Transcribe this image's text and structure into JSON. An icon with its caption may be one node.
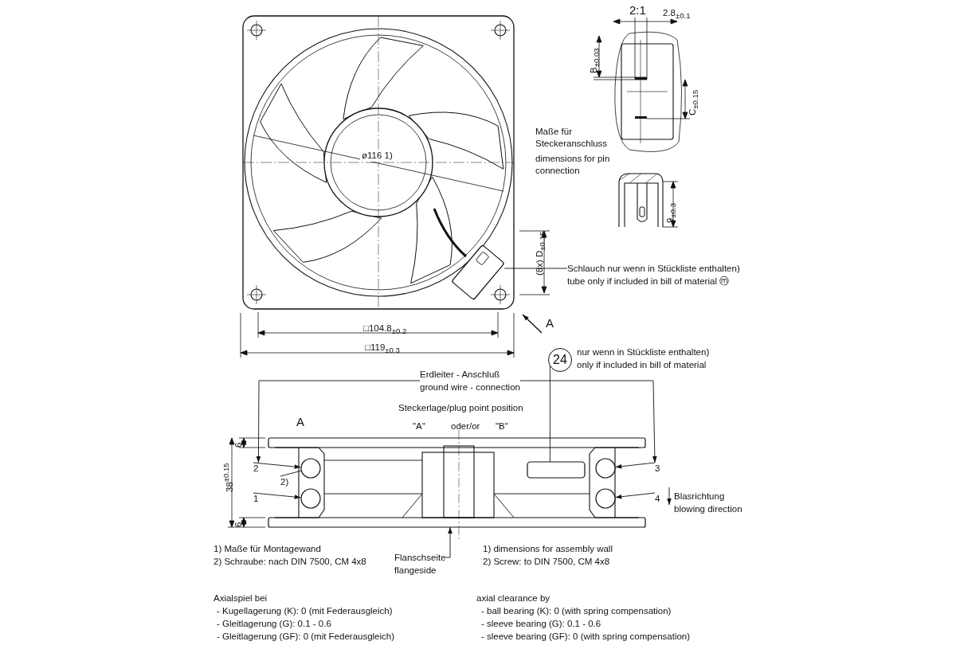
{
  "diagram": {
    "nodes": [
      {
        "text": [
          "Schlauch nur wenn in Stückliste enthalten)",
          "tube only if included in bill of material ⓜ"
        ]
      },
      {
        "text": [
          "24"
        ],
        "beside": [
          "nur wenn in Stückliste enthalten)",
          "only if included in bill of material"
        ]
      },
      {
        "text": [
          "Erdleiter - Anschluß",
          "ground wire - connection"
        ]
      },
      {
        "text": [
          "2)"
        ]
      },
      {
        "text": [
          "2"
        ]
      },
      {
        "text": [
          "1"
        ]
      },
      {
        "text": [
          "3"
        ]
      },
      {
        "text": [
          "4"
        ]
      },
      {
        "text": [
          "Flanschseite",
          "flangeside"
        ]
      },
      {
        "text": [],
        "shape": "picture"
      },
      {
        "text": [],
        "shape": "box"
      },
      {
        "text": [],
        "shape": "circle"
      },
      {
        "text": [],
        "shape": "circle"
      },
      {
        "text": [],
        "shape": "circle"
      },
      {
        "text": [],
        "shape": "circle"
      },
      {
        "text": [],
        "shape": "bar"
      }
    ],
    "edges": [
      {
        "from": 0,
        "to": 9,
        "arrow": "none"
      },
      {
        "from": 1,
        "to": 10,
        "arrow": "none"
      },
      {
        "from": 2,
        "to": 4,
        "arrow": "to"
      },
      {
        "from": 2,
        "to": 6,
        "arrow": "to"
      },
      {
        "from": 3,
        "to": 11,
        "arrow": "none"
      },
      {
        "from": 4,
        "to": 11,
        "arrow": "to"
      },
      {
        "from": 5,
        "to": 12,
        "arrow": "to"
      },
      {
        "from": 6,
        "to": 13,
        "arrow": "to"
      },
      {
        "from": 7,
        "to": 14,
        "arrow": "to"
      },
      {
        "from": 8,
        "to": 15,
        "arrow": "to"
      }
    ],
    "labels": [
      "2:1",
      "2.8$_{±0.1}$",
      "B$_{±0.03}$",
      "C$_{±0.15}$",
      "Maße für Steckeranschluss",
      "dimensions for pin connection",
      "9$_{±0.3}$",
      "ø116 1)",
      "(8x) D$_{±0.15}$",
      "□104.8$_{±0.2}$",
      "□119$_{±0.3}$",
      "A",
      "Steckerlage/plug point position",
      "\"A\"",
      "oder/or",
      "\"B\"",
      "A",
      "6",
      "38$^{±0.15}$",
      "6",
      "Blasrichtung",
      "blowing direction",
      "1) Maße für Montagewand",
      "2) Schraube: nach DIN 7500, CM 4x8",
      "Axialspiel bei",
      "- Kugellagerung (K): 0 (mit Federausgleich)",
      "- Gleitlagerung (G): 0.1 - 0.6",
      "- Gleitlagerung (GF): 0 (mit Federausgleich)",
      "1) dimensions for assembly wall",
      "2) Screw: to DIN 7500, CM 4x8",
      "axial clearance by",
      "- ball bearing (K): 0 (with spring compensation)",
      "- sleeve bearing (G): 0.1 - 0.6",
      "- sleeve bearing (GF): 0 (with spring compensation)"
    ]
  }
}
